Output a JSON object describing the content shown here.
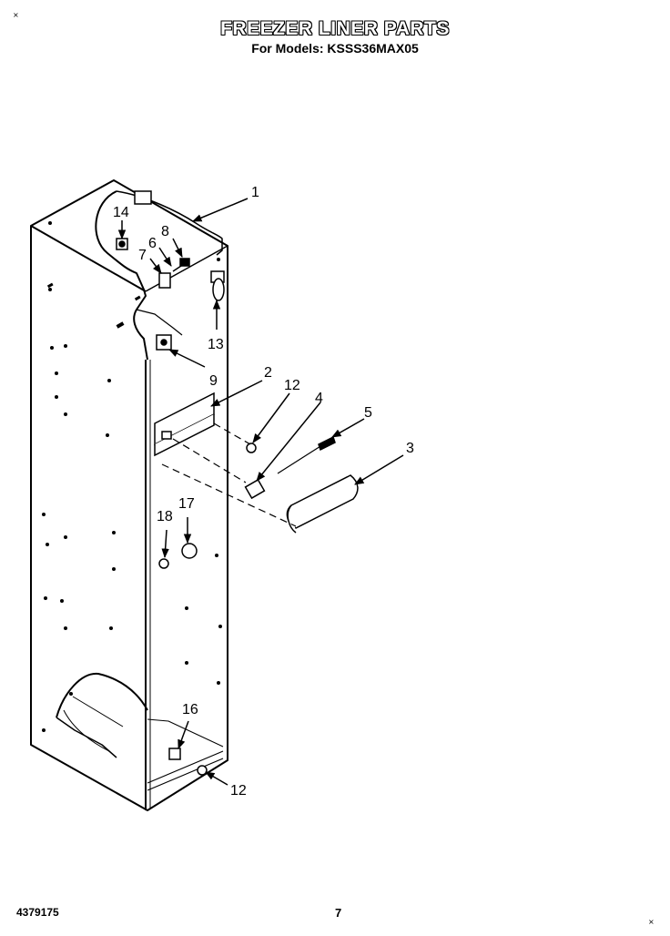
{
  "header": {
    "title": "FREEZER LINER PARTS",
    "subtitle": "For Models: KSSS36MAX05"
  },
  "footer": {
    "part_number": "4379175",
    "page_number": "7"
  },
  "corner_marks": {
    "top_left": "×",
    "bottom_right": "×"
  },
  "callouts": {
    "c1": "1",
    "c2": "2",
    "c3": "3",
    "c4": "4",
    "c5": "5",
    "c6": "6",
    "c7": "7",
    "c8": "8",
    "c9": "9",
    "c12a": "12",
    "c12b": "12",
    "c13": "13",
    "c14": "14",
    "c16": "16",
    "c17": "17",
    "c18": "18"
  }
}
